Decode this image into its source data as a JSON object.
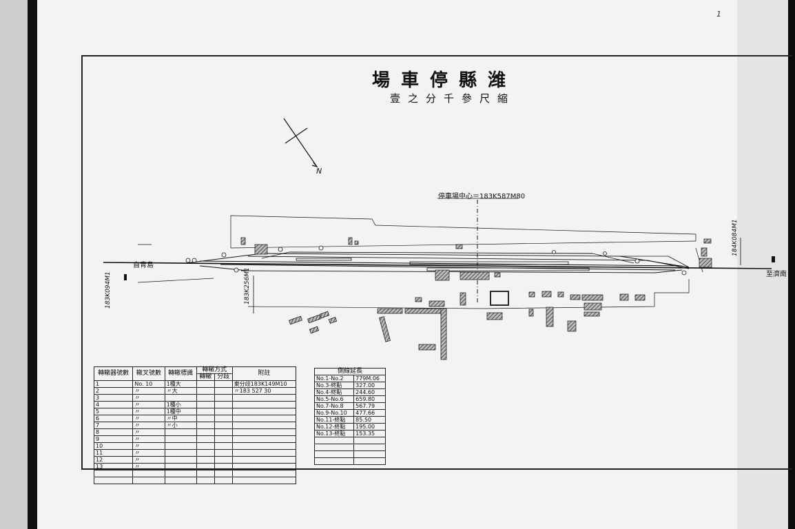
{
  "page_number": "1",
  "title": "場車停縣潍",
  "subtitle": "壹之分千參尺縮",
  "north_label": "N",
  "center_label": "停車場中心＝183K587M80",
  "station_left": "自青島",
  "station_right": "至濟南",
  "vertical_labels": {
    "left_far": "183K094M1",
    "left_near": "183K256M1",
    "right_far": "184K084M1"
  },
  "switch_table": {
    "headers": [
      "轉轍器號數",
      "轍叉號數",
      "轉轍標識",
      "轉轍方式",
      "附註"
    ],
    "subheaders": [
      "轉轍",
      "分歧"
    ],
    "rows": [
      [
        "1",
        "No. 10",
        "1種大",
        "",
        "",
        "東分歧183K149M10"
      ],
      [
        "2",
        "〃",
        "〃大",
        "",
        "",
        "〃183 527 30"
      ],
      [
        "3",
        "〃",
        "",
        "",
        "",
        ""
      ],
      [
        "4",
        "〃",
        "1種小",
        "",
        "",
        ""
      ],
      [
        "5",
        "〃",
        "1種中",
        "",
        "",
        ""
      ],
      [
        "6",
        "〃",
        "〃中",
        "",
        "",
        ""
      ],
      [
        "7",
        "〃",
        "〃小",
        "",
        "",
        ""
      ],
      [
        "8",
        "〃",
        "",
        "",
        "",
        ""
      ],
      [
        "9",
        "〃",
        "",
        "",
        "",
        ""
      ],
      [
        "10",
        "〃",
        "",
        "",
        "",
        ""
      ],
      [
        "11",
        "〃",
        "",
        "",
        "",
        ""
      ],
      [
        "12",
        "〃",
        "",
        "",
        "",
        ""
      ],
      [
        "13",
        "〃",
        "",
        "",
        "",
        ""
      ],
      [
        "",
        "",
        "",
        "",
        "",
        ""
      ],
      [
        "",
        "",
        "",
        "",
        "",
        ""
      ]
    ]
  },
  "siding_table": {
    "header": "側線延長",
    "rows": [
      [
        "No.1-No.2",
        "779M.06"
      ],
      [
        "No.3-終點",
        "327.00"
      ],
      [
        "No.4-終點",
        "244.60"
      ],
      [
        "No.5-No.6",
        "659.80"
      ],
      [
        "No.7-No.8",
        "567.79"
      ],
      [
        "No.9-No.10",
        "477.66"
      ],
      [
        "No.11-終點",
        "85.50"
      ],
      [
        "No.12-終點",
        "195.00"
      ],
      [
        "No.13-終點",
        "153.35"
      ],
      [
        "",
        ""
      ],
      [
        "",
        ""
      ],
      [
        "",
        ""
      ],
      [
        "",
        ""
      ]
    ]
  },
  "colors": {
    "ink": "#111111",
    "paper": "#f3f3f3",
    "hatch": "#444444"
  }
}
